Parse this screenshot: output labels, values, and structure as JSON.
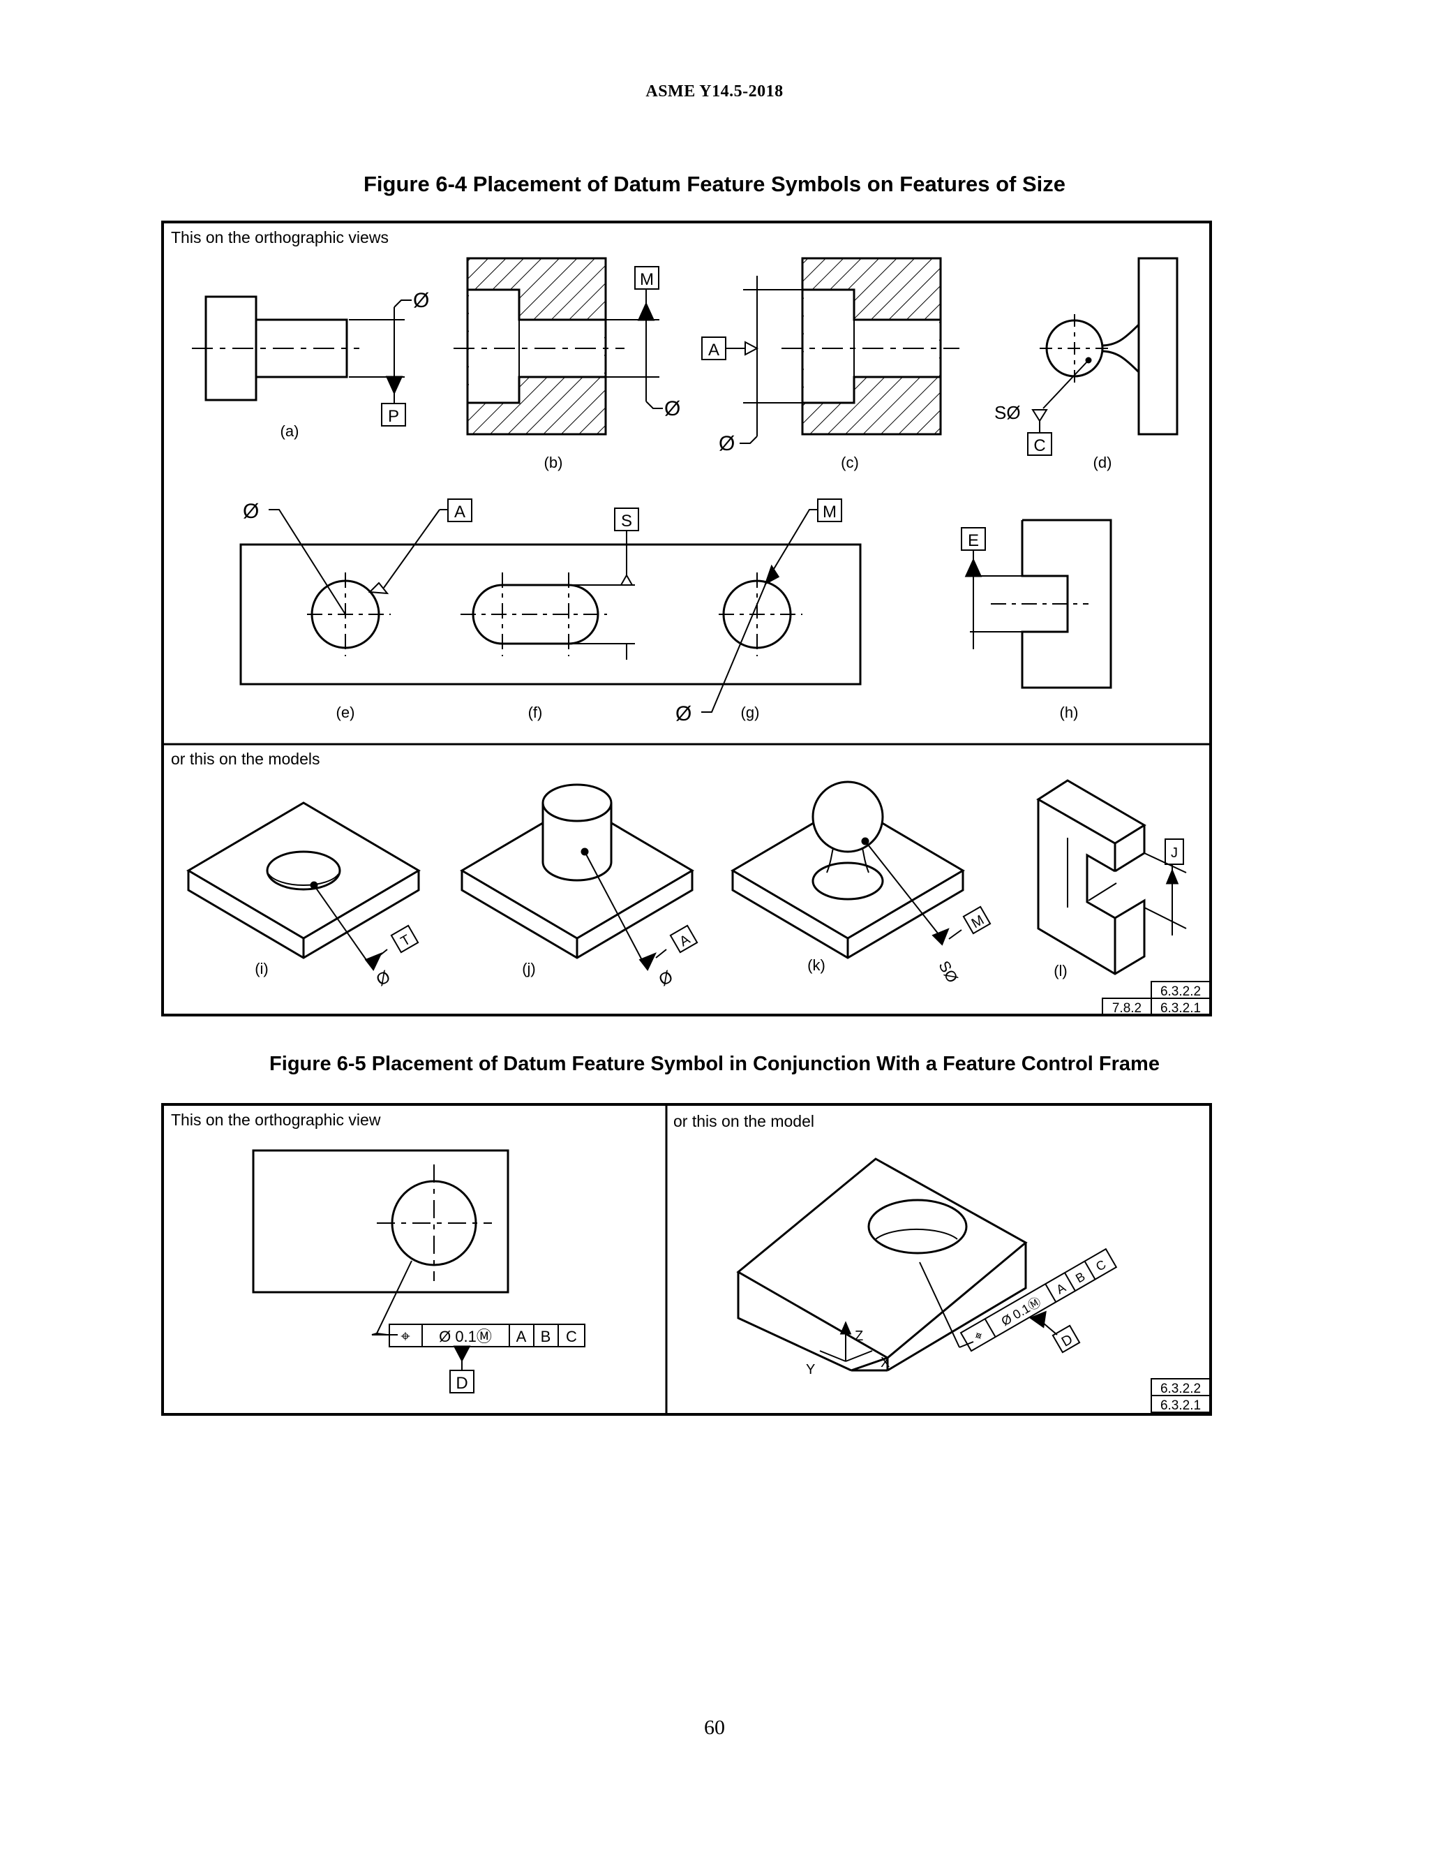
{
  "header": "ASME Y14.5-2018",
  "fig64": {
    "title": "Figure 6-4 Placement of Datum Feature Symbols on Features of Size",
    "ortho_label": "This on the orthographic views",
    "model_label": "or this on the models",
    "caps": [
      "(a)",
      "(b)",
      "(c)",
      "(d)",
      "(e)",
      "(f)",
      "(g)",
      "(h)",
      "(i)",
      "(j)",
      "(k)",
      "(l)"
    ],
    "datums": {
      "a": "P",
      "b": "M",
      "c": "A",
      "d": "C",
      "e": "A",
      "f": "S",
      "g": "M",
      "h": "E",
      "i": "T",
      "j": "A",
      "k": "M",
      "l": "J"
    },
    "dia": "Ø",
    "sdia": "SØ",
    "refs": [
      "6.3.2.2",
      "7.8.2",
      "6.3.2.1"
    ]
  },
  "fig65": {
    "title": "Figure 6-5 Placement of Datum Feature Symbol in Conjunction With a Feature Control Frame",
    "ortho_label": "This on the orthographic view",
    "model_label": "or this on the model",
    "fcf": [
      "⌖",
      "Ø 0.1Ⓜ",
      "A",
      "B",
      "C"
    ],
    "datum": "D",
    "axes": [
      "Z",
      "Y",
      "X"
    ],
    "refs": [
      "6.3.2.2",
      "6.3.2.1"
    ]
  },
  "page_number": "60"
}
